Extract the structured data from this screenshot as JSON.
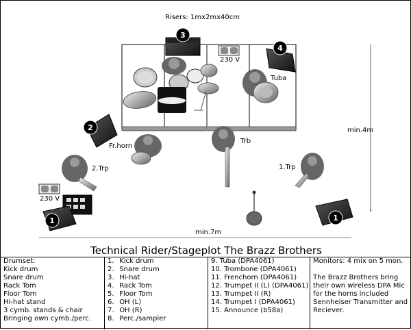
{
  "labels": {
    "risers": "Risers: 1mx2mx40cm",
    "power_top": "230 V",
    "power_left": "230 V",
    "tuba": "Tuba",
    "fr_horn": "Fr.horn",
    "trb": "Trb",
    "trp2": "2.Trp",
    "trp1": "1.Trp",
    "min4": "min.4m",
    "min7": "min.7m"
  },
  "monitors": [
    "1",
    "1",
    "2",
    "3",
    "4"
  ],
  "title": "Technical Rider/Stageplot The Brazz Brothers",
  "drumset": [
    "Drumset:",
    "Kick drum",
    "Snare drum",
    "Rack Tom",
    "Floor Tom",
    "Hi-hat stand",
    "3 cymb. stands & chair",
    "Bringing own cymb./perc."
  ],
  "channels_a": [
    {
      "n": "1.",
      "name": "Kick drum"
    },
    {
      "n": "2.",
      "name": "Snare drum"
    },
    {
      "n": "3.",
      "name": "Hi-hat"
    },
    {
      "n": "4.",
      "name": "Rack Tom"
    },
    {
      "n": "5.",
      "name": "Floor Tom"
    },
    {
      "n": "6.",
      "name": "OH (L)"
    },
    {
      "n": "7.",
      "name": "OH (R)"
    },
    {
      "n": "8.",
      "name": "Perc./sampler"
    }
  ],
  "channels_b": [
    {
      "n": "9.",
      "name": "Tuba (DPA4061)"
    },
    {
      "n": "10.",
      "name": "Trombone (DPA4061)"
    },
    {
      "n": "11.",
      "name": "Frenchorn (DPA4061)"
    },
    {
      "n": "12.",
      "name": "Trumpet II (L) (DPA4061)"
    },
    {
      "n": "13.",
      "name": "Trumpet II (R)"
    },
    {
      "n": "14.",
      "name": "Trumpet I (DPA4061)"
    },
    {
      "n": "15.",
      "name": "Announce (b58a)"
    }
  ],
  "monitors_note": "Monitors: 4 mix on 5 mon.",
  "wireless_note": "The Brazz Brothers bring their own wireless DPA Mic for the horns included Sennheiser Transmitter and Reciever."
}
